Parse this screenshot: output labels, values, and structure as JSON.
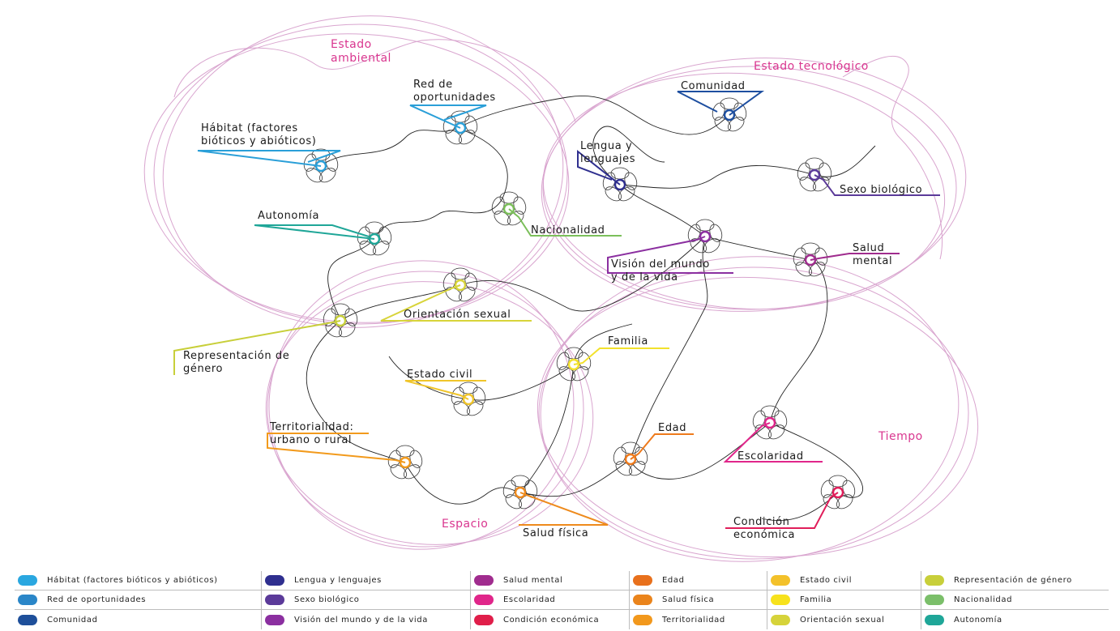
{
  "regions": {
    "ambiental": [
      "Estado",
      "ambiental"
    ],
    "tecnologico": "Estado tecnológico",
    "tiempo": "Tiempo",
    "espacio": "Espacio"
  },
  "labels": [
    {
      "key": "red",
      "lines": [
        "Red de",
        "oportunidades"
      ],
      "color": "#2a9fd8"
    },
    {
      "key": "habitat",
      "lines": [
        "Hábitat (factores",
        "bióticos y abióticos)"
      ],
      "color": "#2a9fd8"
    },
    {
      "key": "autonomia",
      "lines": [
        "Autonomía"
      ],
      "color": "#1fa698"
    },
    {
      "key": "nacionalidad",
      "lines": [
        "Nacionalidad"
      ],
      "color": "#7bbf5a"
    },
    {
      "key": "comunidad",
      "lines": [
        "Comunidad"
      ],
      "color": "#1e4fa0"
    },
    {
      "key": "lengua",
      "lines": [
        "Lengua y",
        "lenguajes"
      ],
      "color": "#2f2f8f"
    },
    {
      "key": "sexo",
      "lines": [
        "Sexo biológico"
      ],
      "color": "#5b3a99"
    },
    {
      "key": "vision",
      "lines": [
        "Visión del mundo",
        "y de la vida"
      ],
      "color": "#8b2fa0"
    },
    {
      "key": "saludmental",
      "lines": [
        "Salud",
        "mental"
      ],
      "color": "#a02c8e"
    },
    {
      "key": "orientacion",
      "lines": [
        "Orientación sexual"
      ],
      "color": "#d8d43a"
    },
    {
      "key": "representacion",
      "lines": [
        "Representación de",
        "género"
      ],
      "color": "#c8cf3a"
    },
    {
      "key": "familia",
      "lines": [
        "Familia"
      ],
      "color": "#f2e12c"
    },
    {
      "key": "estadocivil",
      "lines": [
        "Estado civil"
      ],
      "color": "#f0c52a"
    },
    {
      "key": "territorialidad",
      "lines": [
        "Territorialidad:",
        "urbano o rural"
      ],
      "color": "#f29a1c"
    },
    {
      "key": "edad",
      "lines": [
        "Edad"
      ],
      "color": "#ee7a1c"
    },
    {
      "key": "escolaridad",
      "lines": [
        "Escolaridad"
      ],
      "color": "#e0268a"
    },
    {
      "key": "condicion",
      "lines": [
        "Condición",
        "económica"
      ],
      "color": "#e01e5a"
    },
    {
      "key": "saludfisica",
      "lines": [
        "Salud física"
      ],
      "color": "#ee8a1c"
    }
  ],
  "legend": [
    {
      "label": "Hábitat (factores bióticos y abióticos)",
      "color": "#2aa7e0"
    },
    {
      "label": "Lengua y lenguajes",
      "color": "#2f2f8f"
    },
    {
      "label": "Salud mental",
      "color": "#a02c8e"
    },
    {
      "label": "Edad",
      "color": "#e8701c"
    },
    {
      "label": "Estado civil",
      "color": "#f3c12a"
    },
    {
      "label": "Representación de género",
      "color": "#c8cf3a"
    },
    {
      "label": "Red de oportunidades",
      "color": "#2a86c8"
    },
    {
      "label": "Sexo biológico",
      "color": "#5b3a99"
    },
    {
      "label": "Escolaridad",
      "color": "#e0268a"
    },
    {
      "label": "Salud física",
      "color": "#ea841c"
    },
    {
      "label": "Familia",
      "color": "#f7e21c"
    },
    {
      "label": "Nacionalidad",
      "color": "#7bbf6a"
    },
    {
      "label": "Comunidad",
      "color": "#1e4f9a"
    },
    {
      "label": "Visión del mundo y de la vida",
      "color": "#8b2fa0"
    },
    {
      "label": "Condición económica",
      "color": "#e01e4a"
    },
    {
      "label": "Territorialidad",
      "color": "#f2981c"
    },
    {
      "label": "Orientación sexual",
      "color": "#d6d33a"
    },
    {
      "label": "Autonomía",
      "color": "#1fa698"
    }
  ]
}
